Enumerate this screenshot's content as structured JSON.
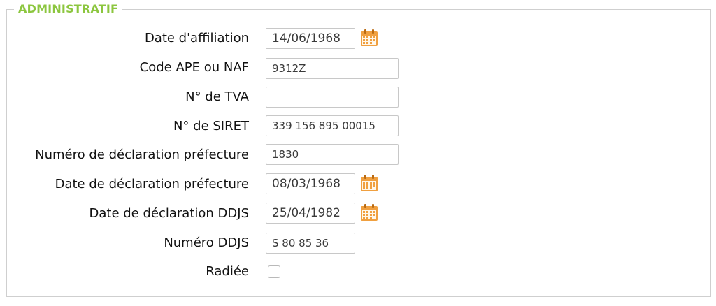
{
  "section": {
    "title": "ADMINISTRATIF"
  },
  "fields": {
    "date_affiliation": {
      "label": "Date d'affiliation",
      "value": "14/06/1968"
    },
    "code_ape": {
      "label": "Code APE ou NAF",
      "value": "9312Z"
    },
    "tva": {
      "label": "N° de TVA",
      "value": ""
    },
    "siret": {
      "label": "N° de SIRET",
      "value": "339 156 895 00015"
    },
    "num_decl_pref": {
      "label": "Numéro de déclaration préfecture",
      "value": "1830"
    },
    "date_decl_pref": {
      "label": "Date de déclaration préfecture",
      "value": "08/03/1968"
    },
    "date_decl_ddjs": {
      "label": "Date de déclaration DDJS",
      "value": "25/04/1982"
    },
    "num_ddjs": {
      "label": "Numéro DDJS",
      "value": "S 80 85 36"
    },
    "radiee": {
      "label": "Radiée",
      "checked": false
    }
  },
  "icons": {
    "calendar": "calendar-icon"
  },
  "colors": {
    "section_title": "#8cc63f",
    "calendar": "#f0a040"
  }
}
